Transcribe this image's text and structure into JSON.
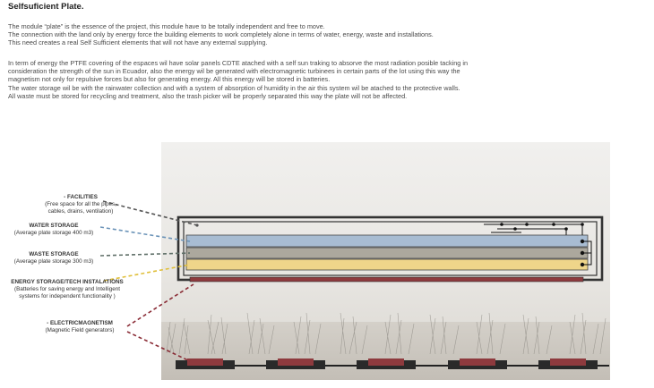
{
  "title": "Selfsuficient Plate.",
  "paragraph1": [
    "The module “plate” is the essence of the project, this module have to be totally independent and free to move.",
    "The connection with the land only by energy force the building  elements  to work completely alone in terms of water, energy, waste and installations.",
    "This need creates a real Self Sufficient elements that will not have any external supplying."
  ],
  "paragraph2": [
    "In term of energy the PTFE covering of the espaces wil have solar panels CDTE atached with a self sun traking to absorve the most radiation posible tacking in",
    "consideration the strength of the sun in Ecuador, also the energy wil be generated with electromagnetic turbinees in certain parts of the lot using this way the",
    "magnetism not only for repulsive forces but also for generating energy. All this energy will be stored in batteries.",
    "The water storage wil be with the rainwater collection and with a system of absorption of humidity in the air this system wil be atached to the protective walls.",
    "All waste must be stored for recycling and treatment,  also the trash picker will be properly separated this way the plate will not be affected."
  ],
  "labels": {
    "facilities": {
      "heading": "- FACILITIES",
      "lines": [
        "(Free space for all the pipes,",
        "cables, drains, ventilation)"
      ]
    },
    "water": {
      "heading": "WATER STORAGE",
      "lines": [
        "(Average plate storage 400 m3)"
      ]
    },
    "waste": {
      "heading": "WASTE STORAGE",
      "lines": [
        "(Average plate storage 300 m3)"
      ]
    },
    "energy": {
      "heading": "ENERGY STORAGE/TECH INSTALATIONS",
      "lines": [
        "(Batteries for saving energy and Intelligent",
        "systems for independent functionality )"
      ]
    },
    "magnet": {
      "heading": "- ELECTRICMAGNETISM",
      "lines": [
        "(Magnetic Field generators)"
      ]
    }
  },
  "colors": {
    "facilities_leader": "#555555",
    "water": "#a8bcd2",
    "water_leader": "#6b93b8",
    "waste": "#aca89d",
    "waste_leader": "#5f6f68",
    "energy": "#efd58a",
    "energy_leader": "#e0bf3a",
    "magnet": "#8e3a3e",
    "magnet_leader": "#8a2c36",
    "plate_frame": "#333333",
    "background_panel": "#e6e4e0"
  }
}
